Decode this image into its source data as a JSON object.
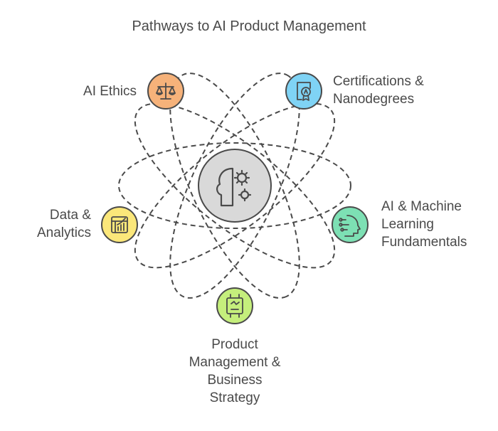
{
  "title": "Pathways to AI Product Management",
  "center": {
    "icon": "brain-gear-icon",
    "fill": "#d9d9d9",
    "stroke": "#4a4a4a"
  },
  "nodes": [
    {
      "id": "ethics",
      "lines": [
        "AI Ethics"
      ],
      "icon": "scales-icon",
      "fill": "#f6b27a"
    },
    {
      "id": "cert",
      "lines": [
        "Certifications &",
        "Nanodegrees"
      ],
      "icon": "certificate-icon",
      "fill": "#7fd3f5"
    },
    {
      "id": "data",
      "lines": [
        "Data &",
        "Analytics"
      ],
      "icon": "spreadsheet-chart-icon",
      "fill": "#fbe77a"
    },
    {
      "id": "ml",
      "lines": [
        "AI & Machine",
        "Learning",
        "Fundamentals"
      ],
      "icon": "ai-head-icon",
      "fill": "#7de0b4"
    },
    {
      "id": "pm",
      "lines": [
        "Product",
        "Management &",
        "Business",
        "Strategy"
      ],
      "icon": "strategy-board-icon",
      "fill": "#c5ef7c"
    }
  ]
}
